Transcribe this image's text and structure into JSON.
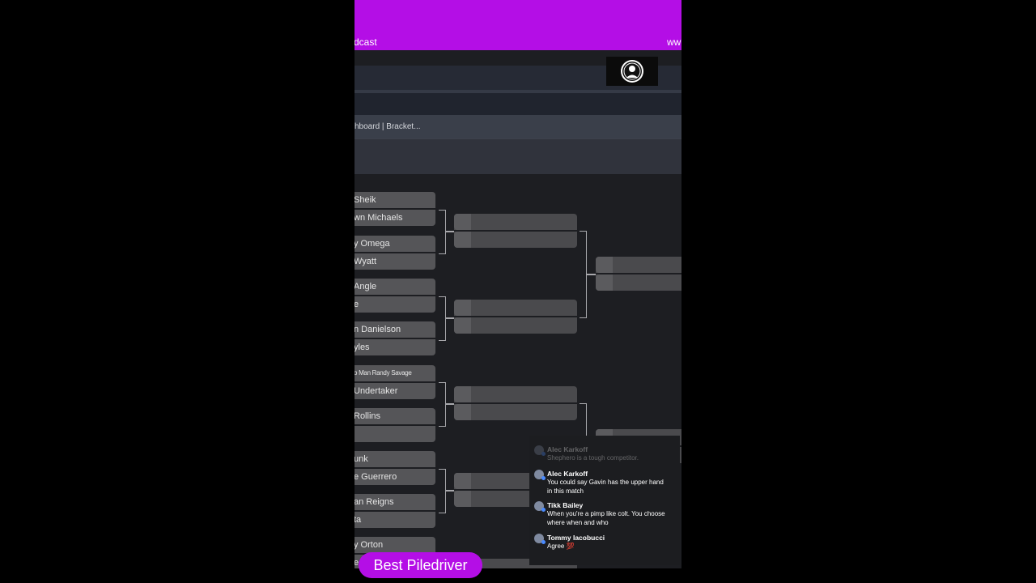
{
  "banner": {
    "left_text": "dcast",
    "right_text": "ww",
    "color": "#b40ee6"
  },
  "tab_title": "shboard | Bracket...",
  "logo": {
    "name": "podcast-logo-icon"
  },
  "bracket": {
    "round1": [
      {
        "top": "Sheik",
        "bottom": "wn Michaels"
      },
      {
        "top": "y Omega",
        "bottom": "Wyatt"
      },
      {
        "top": "Angle",
        "bottom": "e"
      },
      {
        "top": "n Danielson",
        "bottom": "yles"
      },
      {
        "top": "o Man Randy Savage",
        "bottom": "Undertaker"
      },
      {
        "top": "Rollins",
        "bottom": ""
      },
      {
        "top": "unk",
        "bottom": "e Guerrero"
      },
      {
        "top": "an Reigns",
        "bottom": "ta"
      },
      {
        "top": "y Orton",
        "bottom": "e"
      }
    ]
  },
  "chat": {
    "messages": [
      {
        "name": "Alec Karkoff",
        "text": "Shephero is a tough competitor."
      },
      {
        "name": "Alec Karkoff",
        "text": "You could say Gavin has the upper hand in this match"
      },
      {
        "name": "Tikk Bailey",
        "text": "When you're a pimp like colt. You choose where when and who"
      },
      {
        "name": "Tommy Iacobucci",
        "text": "Agree 💯"
      }
    ]
  },
  "caption": "Best Piledriver",
  "colors": {
    "accent": "#b40ee6",
    "slot": "#555558",
    "background": "#1d1e22"
  }
}
